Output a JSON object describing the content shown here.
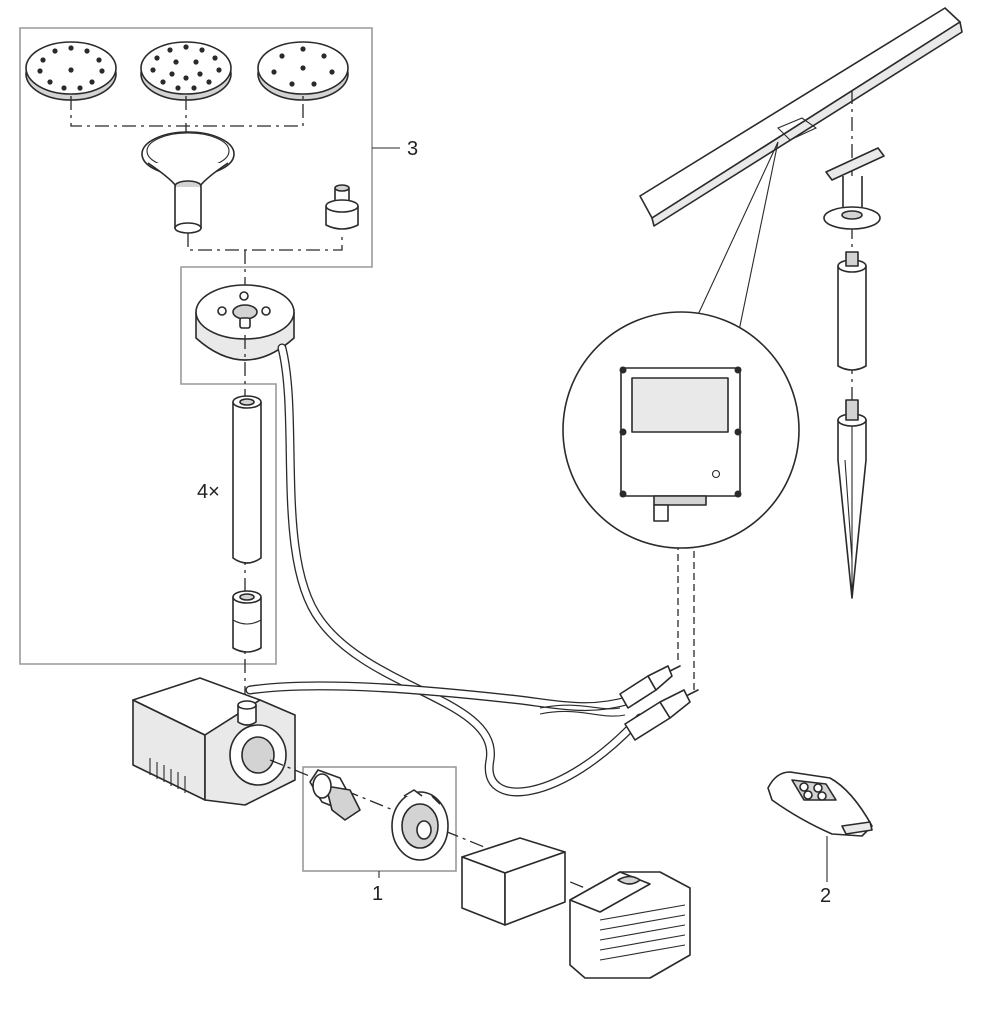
{
  "callouts": {
    "impeller_set": "1",
    "remote_control": "2",
    "nozzle_set": "3",
    "extension_tubes": "4×"
  },
  "colors": {
    "line": "#2a2a2a",
    "group_box": "#9a9a9a",
    "shade": "#d3d3d3",
    "background": "#ffffff"
  }
}
